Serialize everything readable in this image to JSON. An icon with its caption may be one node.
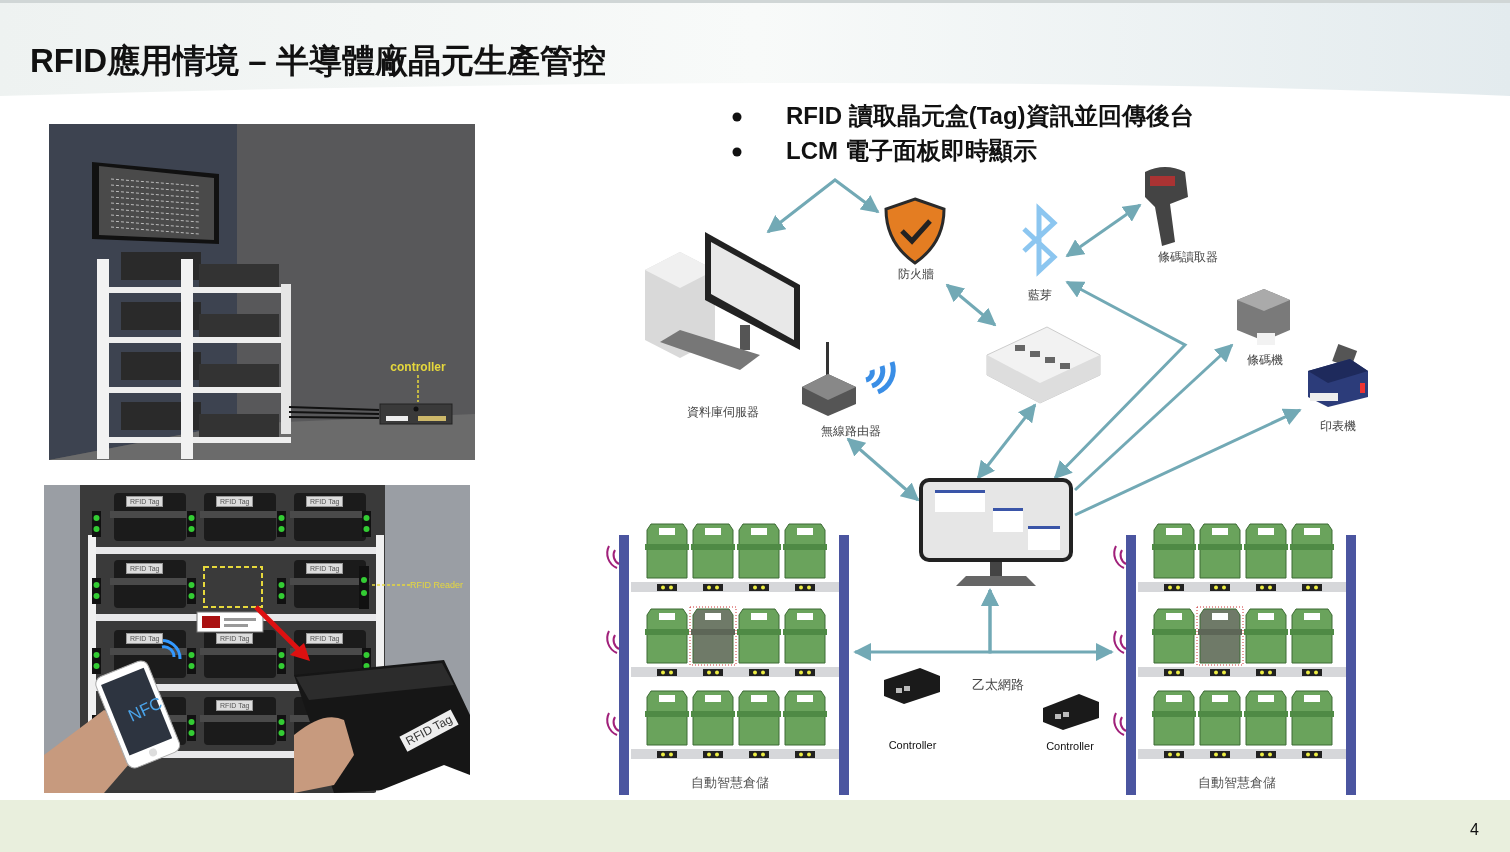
{
  "diagram": {
    "title": "RFID應用情境 – 半導體廠晶元生產管控",
    "nodes": [
      {
        "text": [
          "資料庫伺服器"
        ]
      },
      {
        "text": [
          "防火牆"
        ]
      },
      {
        "text": [
          "藍芽"
        ]
      },
      {
        "text": [
          "條碼讀取器"
        ]
      },
      {
        "text": [],
        "shape": "picture"
      },
      {
        "text": [
          "無線路由器"
        ]
      },
      {
        "text": [
          "條碼機"
        ]
      },
      {
        "text": [
          "印表機"
        ]
      },
      {
        "text": [],
        "shape": "picture"
      },
      {
        "text": [
          "Controller"
        ]
      },
      {
        "text": [
          "Controller"
        ]
      },
      {
        "text": [
          "自動智慧倉儲"
        ]
      },
      {
        "text": [
          "自動智慧倉儲"
        ]
      },
      {
        "text": [
          "controller"
        ]
      },
      {
        "text": [],
        "shape": "picture"
      },
      {
        "text": [
          "RFID Reader"
        ]
      },
      {
        "text": [],
        "shape": "picture"
      }
    ],
    "edges": [
      {
        "from": 0,
        "to": 1,
        "arrow": "both"
      },
      {
        "from": 1,
        "to": 4,
        "arrow": "both"
      },
      {
        "from": 3,
        "to": 2,
        "arrow": "both"
      },
      {
        "from": 2,
        "to": 8,
        "arrow": "both"
      },
      {
        "from": 4,
        "to": 8,
        "arrow": "both"
      },
      {
        "from": 5,
        "to": 8,
        "arrow": "both"
      },
      {
        "from": 8,
        "to": 6,
        "arrow": "to"
      },
      {
        "from": 8,
        "to": 7,
        "arrow": "to"
      },
      {
        "from": 11,
        "to": 8,
        "arrow": "both"
      },
      {
        "from": 12,
        "to": 8,
        "arrow": "both"
      },
      {
        "from": 13,
        "to": 14,
        "arrow": "none",
        "style": "dashed",
        "color": "#e6d83c"
      },
      {
        "from": 15,
        "to": 16,
        "arrow": "none",
        "style": "dashed",
        "color": "#e6d83c"
      }
    ],
    "labels": [
      "RFID 讀取晶元盒(Tag)資訊並回傳後台",
      "LCM 電子面板即時顯示",
      "RFID Tag",
      "RFID Tag",
      "RFID Tag",
      "RFID Tag",
      "RFID Tag",
      "RFID Tag",
      "RFID Tag",
      "RFID Tag",
      "RFID Tag",
      "NFC",
      "RFID Tag",
      "乙太網路",
      "4"
    ]
  }
}
